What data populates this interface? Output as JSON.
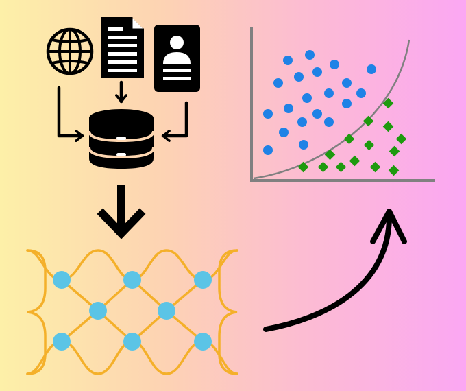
{
  "palette": {
    "background_left": "#fdf0a8",
    "background_right": "#fba7f3",
    "ink": "#000000",
    "network_curve": "#f4b02a",
    "network_node": "#5bc4e6",
    "class_a": "#1f82e6",
    "class_b": "#1e9a0e",
    "axis": "#808080"
  },
  "icons": [
    "globe-icon",
    "document-icon",
    "id-card-icon",
    "database-icon",
    "neural-network-icon",
    "scatter-plot-icon"
  ],
  "flow": [
    "web-data",
    "documents",
    "personal-records",
    "database",
    "neural-network",
    "classification-plot"
  ]
}
